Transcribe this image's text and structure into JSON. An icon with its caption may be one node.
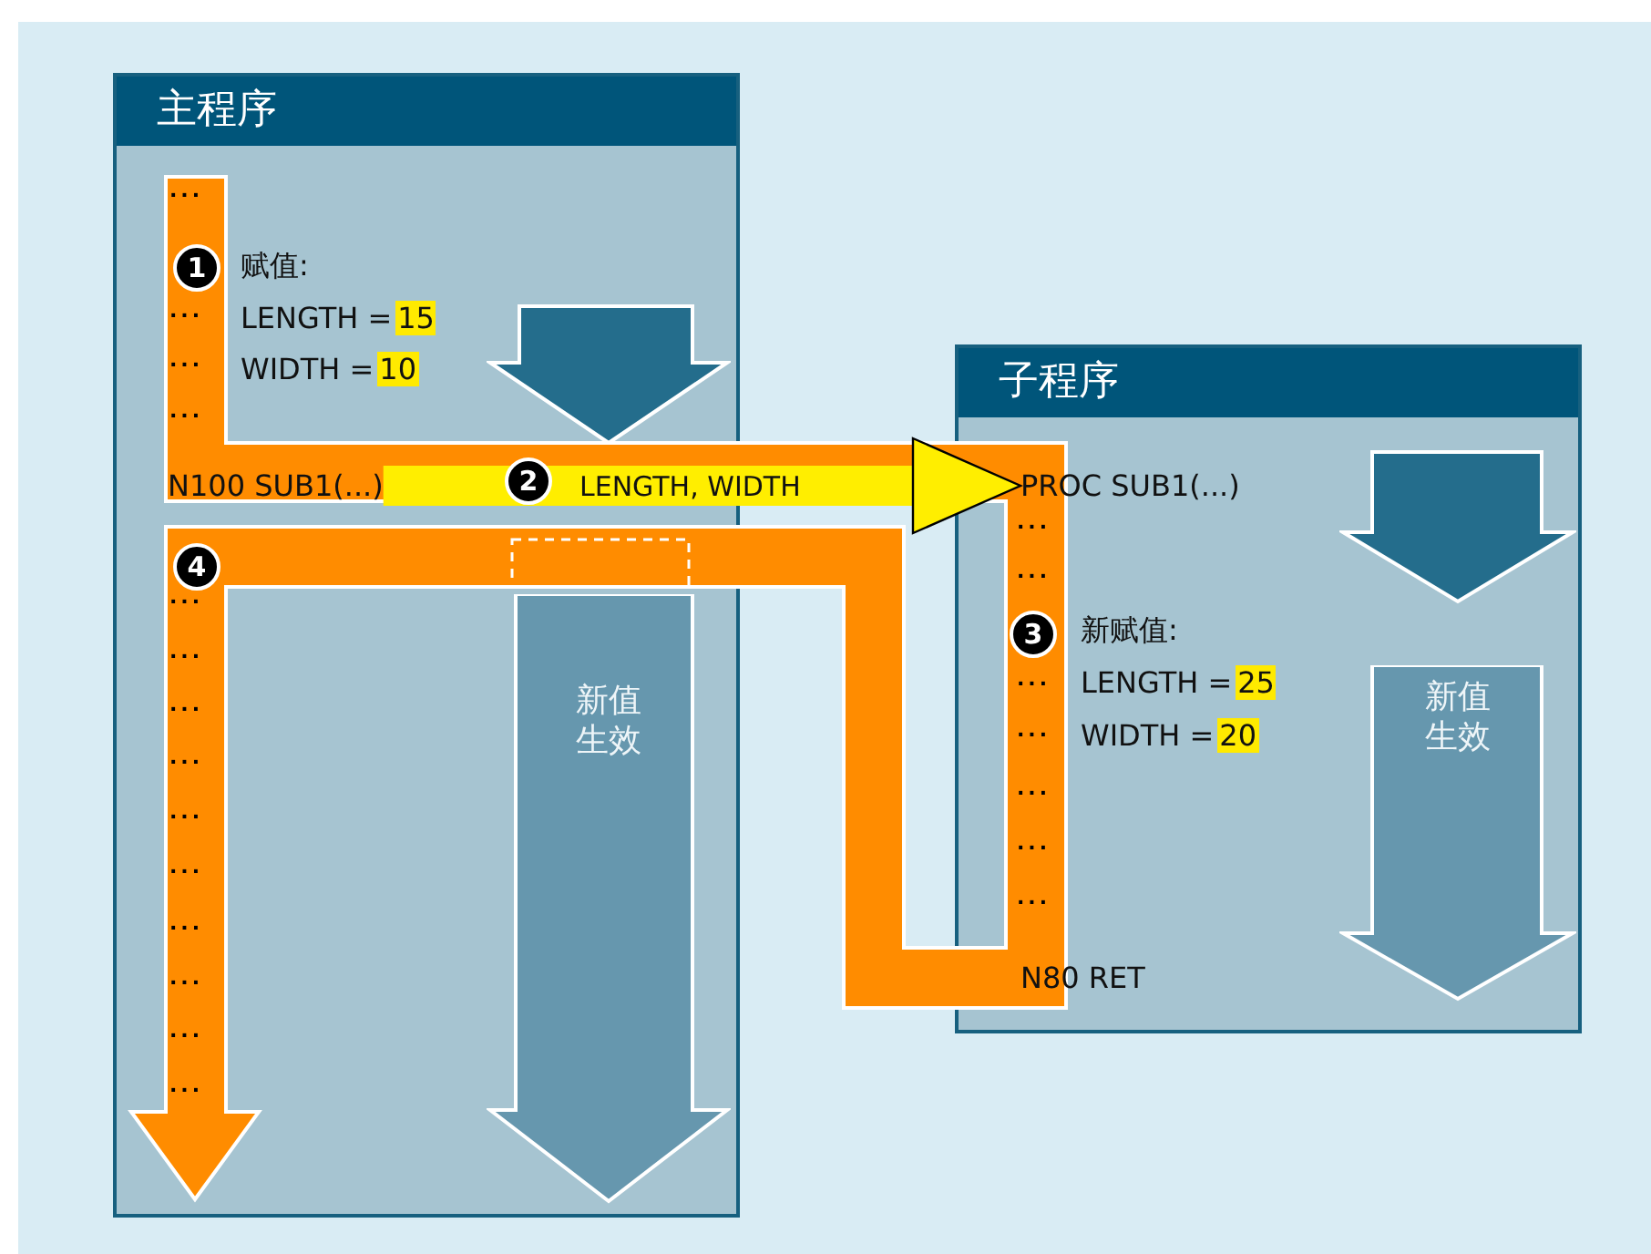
{
  "diagram": {
    "nodes": [
      {
        "text": [
          "主程序"
        ]
      },
      {
        "text": [],
        "shape": "arrow",
        "in": 0
      },
      {
        "text": [
          "N100 SUB1(...)"
        ],
        "in": 0
      },
      {
        "text": [
          "新值生效"
        ],
        "in": 0
      },
      {
        "text": [
          "子程序"
        ]
      },
      {
        "text": [
          "PROC SUB1(...)"
        ],
        "in": 4
      },
      {
        "text": [],
        "shape": "arrow",
        "in": 4
      },
      {
        "text": [
          "新值生效"
        ],
        "in": 4
      },
      {
        "text": [
          "N80 RET"
        ],
        "in": 4
      }
    ],
    "edges": [
      {
        "from": 2,
        "to": 5,
        "arrow": "to",
        "label": "LENGTH, WIDTH"
      }
    ],
    "labels": [
      "...",
      "1",
      "赋值:",
      "...",
      "LENGTH =",
      "15",
      "...",
      "WIDTH =",
      "10",
      "...",
      "2",
      "4",
      "...",
      "...",
      "...",
      "...",
      "...",
      "...",
      "...",
      "...",
      "...",
      "...",
      "...",
      "...",
      "3",
      "新赋值:",
      "...",
      "LENGTH =",
      "25",
      "...",
      "WIDTH =",
      "20",
      "...",
      "...",
      "..."
    ]
  }
}
